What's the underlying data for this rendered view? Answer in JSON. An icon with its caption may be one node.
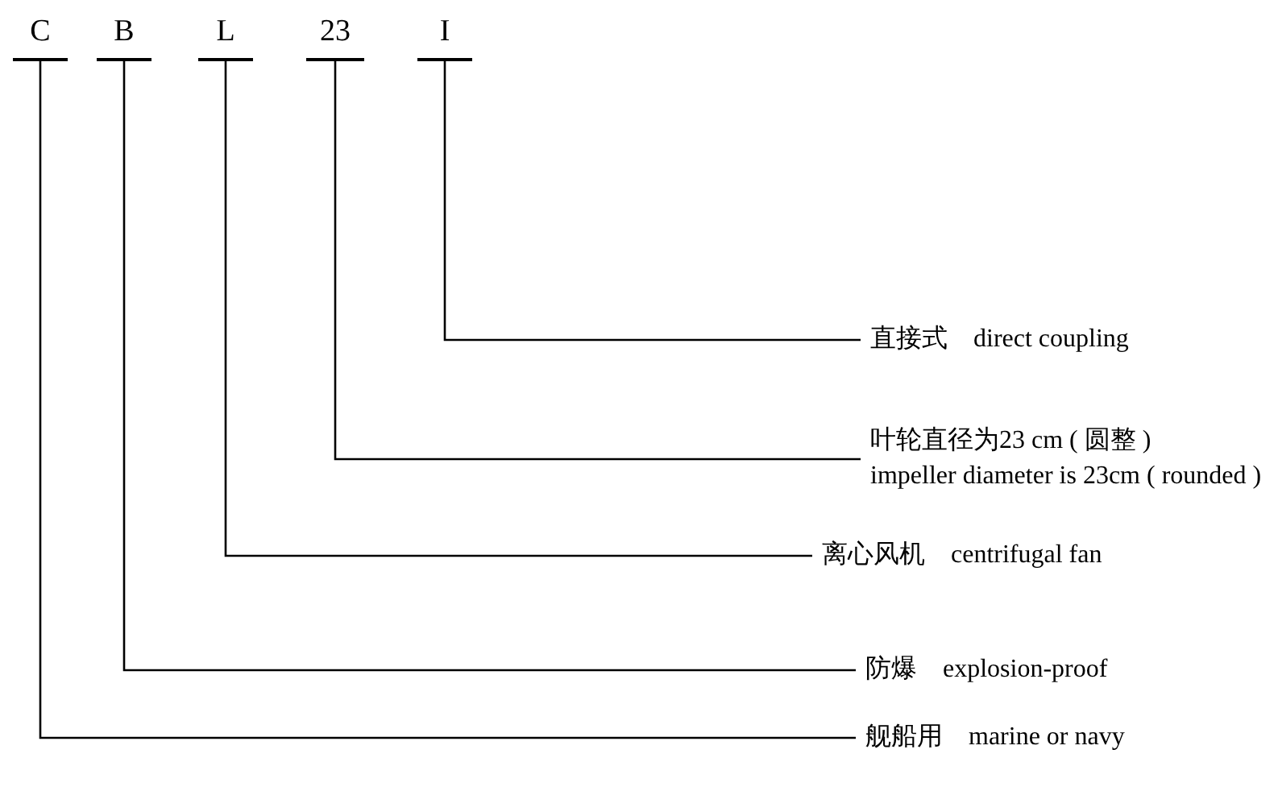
{
  "diagram": {
    "nodes": [
      {
        "text": [
          "C"
        ]
      },
      {
        "text": [
          "B"
        ]
      },
      {
        "text": [
          "L"
        ]
      },
      {
        "text": [
          "23"
        ]
      },
      {
        "text": [
          "I"
        ]
      },
      {
        "text": [
          "直接式",
          "direct coupling"
        ]
      },
      {
        "text": [
          "叶轮直径为23 cm ( 圆整 )",
          "impeller diameter is 23cm ( rounded )"
        ]
      },
      {
        "text": [
          "离心风机",
          "centrifugal fan"
        ]
      },
      {
        "text": [
          "防爆",
          "explosion-proof"
        ]
      },
      {
        "text": [
          "舰船用",
          "marine or navy"
        ]
      }
    ],
    "edges": [
      {
        "from": 4,
        "to": 5,
        "arrow": "none"
      },
      {
        "from": 3,
        "to": 6,
        "arrow": "none"
      },
      {
        "from": 2,
        "to": 7,
        "arrow": "none"
      },
      {
        "from": 1,
        "to": 8,
        "arrow": "none"
      },
      {
        "from": 0,
        "to": 9,
        "arrow": "none"
      }
    ]
  }
}
